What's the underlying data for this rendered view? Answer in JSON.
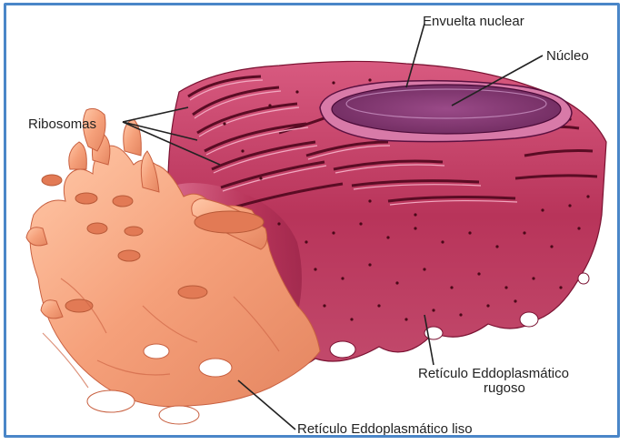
{
  "labels": {
    "envelope": "Envuelta nuclear",
    "nucleus": "Núcleo",
    "ribosomes": "Ribosomas",
    "rough_er_line1": "Retículo Eddoplasmático",
    "rough_er_line2": "rugoso",
    "smooth_er": "Retículo Eddoplasmático liso"
  },
  "colors": {
    "frame": "#4a86c8",
    "rough_er": "#b8345a",
    "rough_er_dark": "#7a1232",
    "rough_er_light": "#d85a80",
    "smooth_er": "#f5a07a",
    "smooth_er_light": "#ffc8a8",
    "smooth_er_dark": "#d8704a",
    "nucleus": "#8a3a78",
    "nucleus_light": "#b46aa6"
  }
}
